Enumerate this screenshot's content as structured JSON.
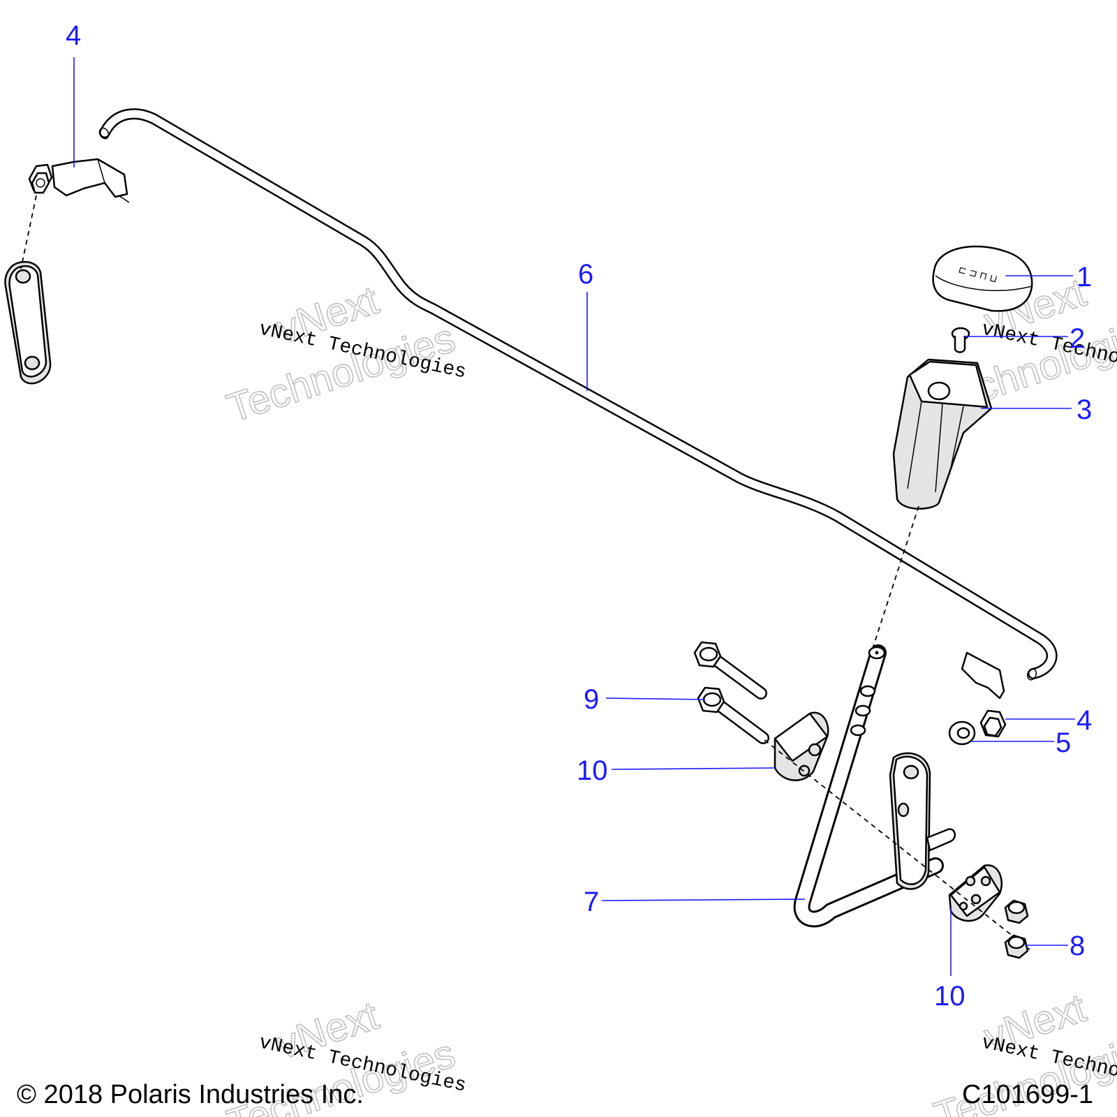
{
  "colors": {
    "callout": "#1a1aff",
    "line": "#000000",
    "watermark": "#bdbdbd"
  },
  "callouts": [
    {
      "id": "c1",
      "label": "1"
    },
    {
      "id": "c2",
      "label": "2"
    },
    {
      "id": "c3",
      "label": "3"
    },
    {
      "id": "c4a",
      "label": "4"
    },
    {
      "id": "c4b",
      "label": "4"
    },
    {
      "id": "c5",
      "label": "5"
    },
    {
      "id": "c6",
      "label": "6"
    },
    {
      "id": "c7",
      "label": "7"
    },
    {
      "id": "c8",
      "label": "8"
    },
    {
      "id": "c9",
      "label": "9"
    },
    {
      "id": "c10a",
      "label": "10"
    },
    {
      "id": "c10b",
      "label": "10"
    }
  ],
  "watermark": {
    "line1": "vNext Technologies",
    "word_big_1": "vNext",
    "word_big_2": "Technologies"
  },
  "footer": {
    "copyright": "© 2018 Polaris Industries Inc.",
    "figure_id": "C101699-1"
  }
}
